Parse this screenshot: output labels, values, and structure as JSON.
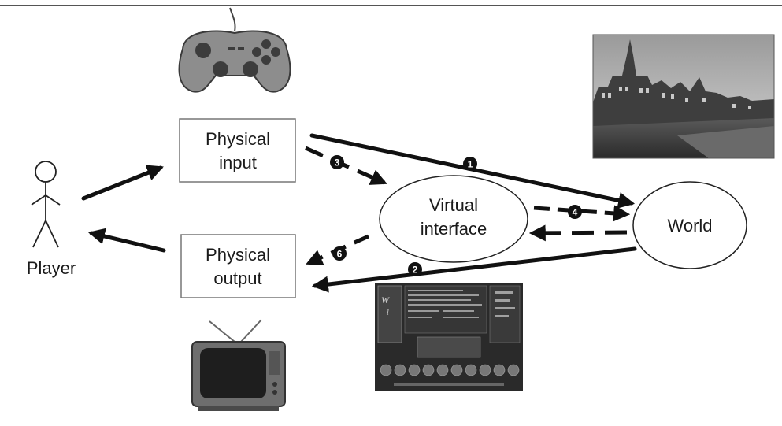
{
  "nodes": {
    "player": "Player",
    "physical_input": [
      "Physical",
      "input"
    ],
    "physical_output": [
      "Physical",
      "output"
    ],
    "virtual_interface": [
      "Virtual",
      "interface"
    ],
    "world": "World"
  },
  "flow_numbers": {
    "input_to_world": "1",
    "world_to_output": "2",
    "input_to_interface": "3",
    "interface_to_world": "4",
    "interface_to_output": "6"
  },
  "illustrations": {
    "input_device": "gamepad-illustration",
    "output_device": "television-illustration",
    "world_scene": "city-canal-photo",
    "interface_screen": "game-interface-screenshot"
  },
  "colors": {
    "ink": "#111111",
    "box_border": "#777777",
    "background": "#ffffff"
  }
}
